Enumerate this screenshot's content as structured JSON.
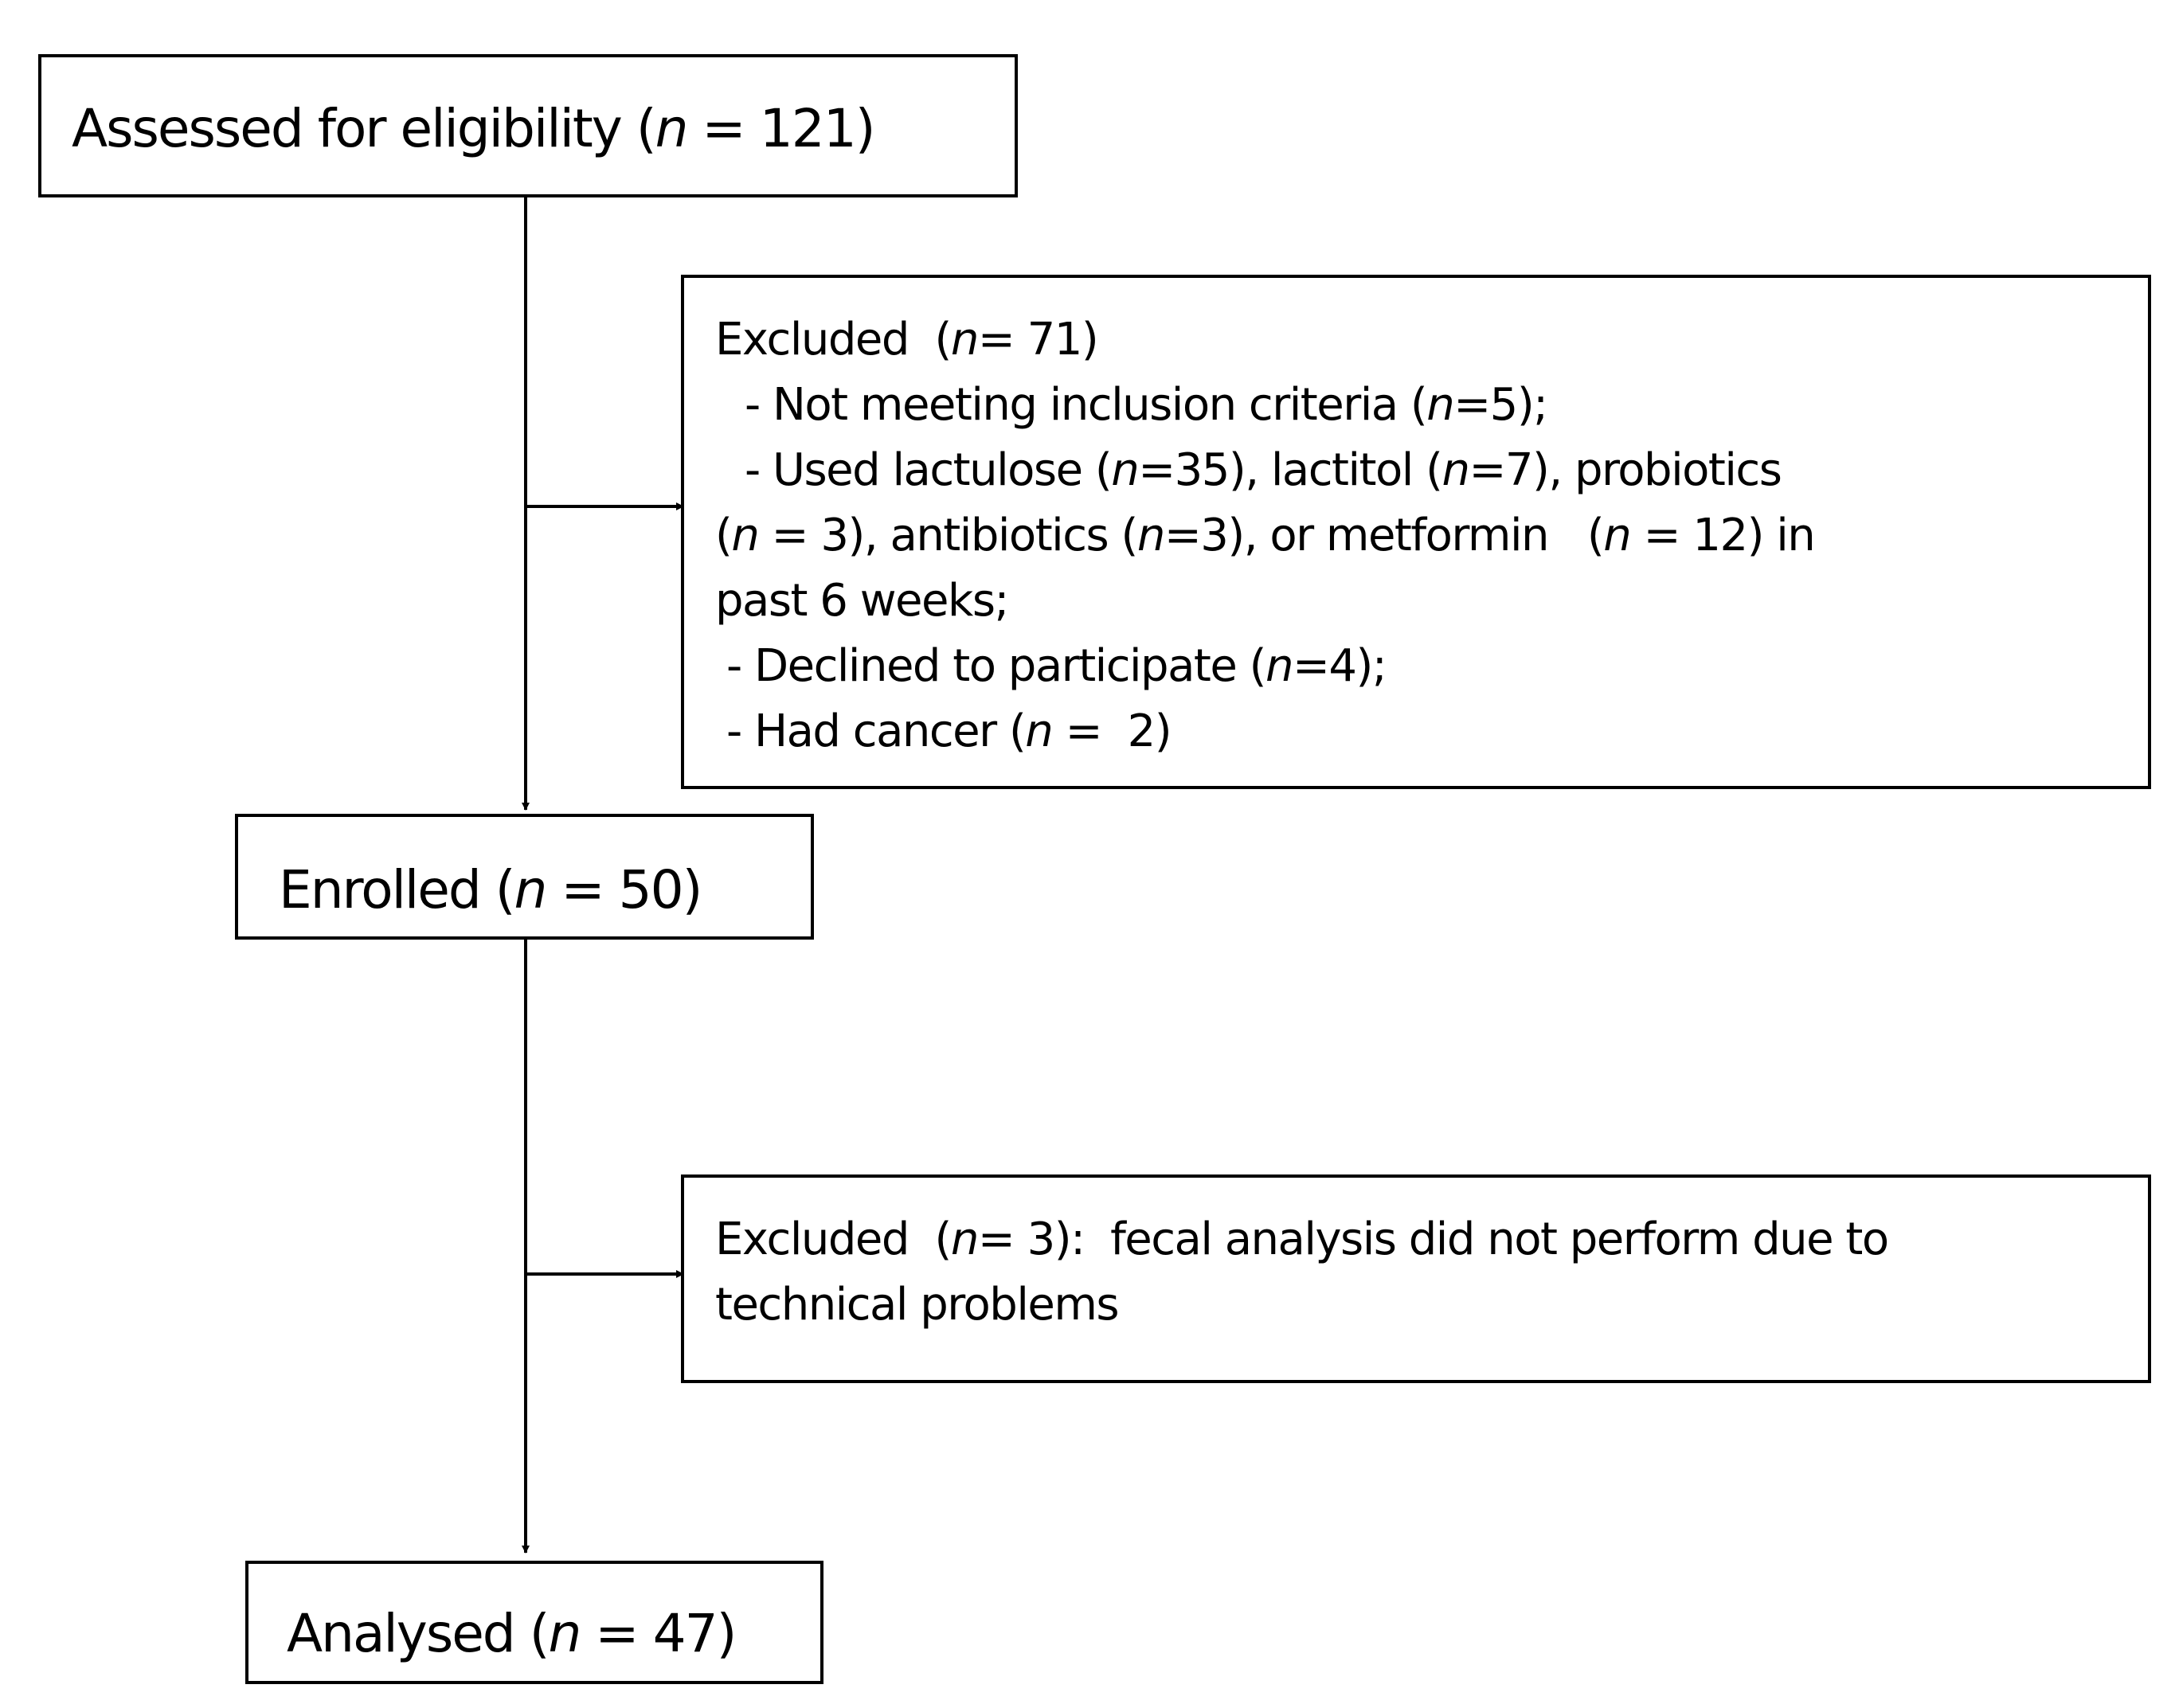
{
  "boxes": {
    "assessed": {
      "label": "Assessed for eligibility",
      "n": "121"
    },
    "excluded_1": {
      "label": "Excluded",
      "n": "71",
      "items": [
        {
          "prefix": "- Not meeting inclusion criteria (",
          "n": "5",
          "suffix": ");"
        },
        {
          "prefix": "- Used lactulose (",
          "n": "35",
          "suffix": "), lactitol (",
          "n2": "7",
          "suffix2": "), probiotics"
        },
        {
          "prefix": "(",
          "n": "3",
          "suffix": "), antibiotics (",
          "n2": "3",
          "suffix2": "), or metformin",
          "gap": "(",
          "n3": "12",
          "suffix3": ") in"
        },
        {
          "text": "past 6 weeks;"
        },
        {
          "prefix": "- Declined to participate (",
          "n": "4",
          "suffix": ");"
        },
        {
          "prefix": "- Had cancer (",
          "n": "2",
          "suffix": ")"
        }
      ]
    },
    "enrolled": {
      "label": "Enrolled",
      "n": "50"
    },
    "excluded_2": {
      "label": "Excluded",
      "n": "3",
      "line1_rest": "fecal analysis did not perform due to",
      "line2": "technical problems"
    },
    "analysed": {
      "label": "Analysed",
      "n": "47"
    }
  },
  "symbols": {
    "n_var": "n",
    "eq": "="
  }
}
